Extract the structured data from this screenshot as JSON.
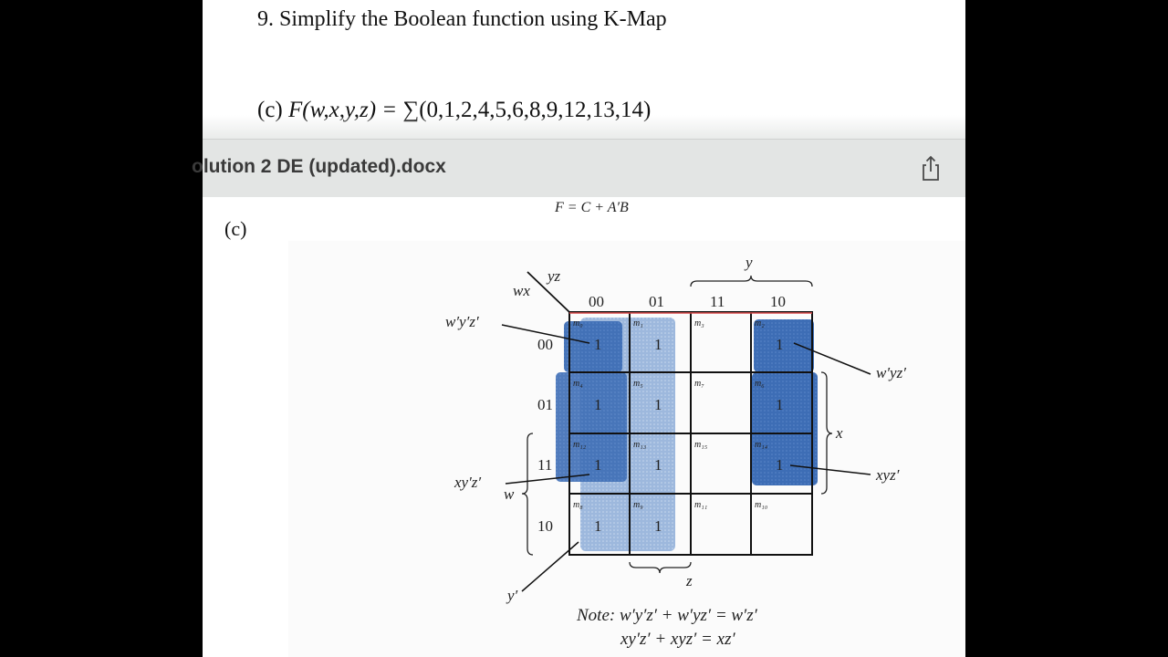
{
  "question": {
    "text": "9. Simplify the Boolean function using K-Map",
    "formula_prefix": "(c) ",
    "formula_func": "F(w,x,y,z) = ",
    "formula_sum": "∑(0,1,2,4,5,6,8,9,12,13,14)"
  },
  "doc_bar": {
    "title": "olution 2 DE (updated).docx",
    "share_icon": "share-icon"
  },
  "solution": {
    "part_label": "(c)",
    "result": "F = C + A′B"
  },
  "kmap": {
    "corner_row_label": "wx",
    "corner_col_label": "yz",
    "col_headers": [
      "00",
      "01",
      "11",
      "10"
    ],
    "row_headers": [
      "00",
      "01",
      "11",
      "10"
    ],
    "y_label": "y",
    "x_label": "x",
    "w_label": "w",
    "z_label": "z",
    "cells": [
      [
        {
          "m": "m₀",
          "v": "1"
        },
        {
          "m": "m₁",
          "v": "1"
        },
        {
          "m": "m₃",
          "v": ""
        },
        {
          "m": "m₂",
          "v": "1"
        }
      ],
      [
        {
          "m": "m₄",
          "v": "1"
        },
        {
          "m": "m₅",
          "v": "1"
        },
        {
          "m": "m₇",
          "v": ""
        },
        {
          "m": "m₆",
          "v": "1"
        }
      ],
      [
        {
          "m": "m₁₂",
          "v": "1"
        },
        {
          "m": "m₁₃",
          "v": "1"
        },
        {
          "m": "m₁₅",
          "v": ""
        },
        {
          "m": "m₁₄",
          "v": "1"
        }
      ],
      [
        {
          "m": "m₈",
          "v": "1"
        },
        {
          "m": "m₉",
          "v": "1"
        },
        {
          "m": "m₁₁",
          "v": ""
        },
        {
          "m": "m₁₀",
          "v": ""
        }
      ]
    ],
    "group_labels": {
      "top_left": "w′y′z′",
      "top_right": "w′yz′",
      "mid_left": "xy′z′",
      "mid_right": "xyz′",
      "bottom": "y′"
    },
    "note_line1": "Note: w′y′z′ + w′yz′ = w′z′",
    "note_line2": "xy′z′ + xyz′ = xz′",
    "colors": {
      "dark_group": "#3f6fb8",
      "light_group": "#a9c1e2",
      "grid": "#111111",
      "red_edge": "#d94a4a"
    }
  }
}
